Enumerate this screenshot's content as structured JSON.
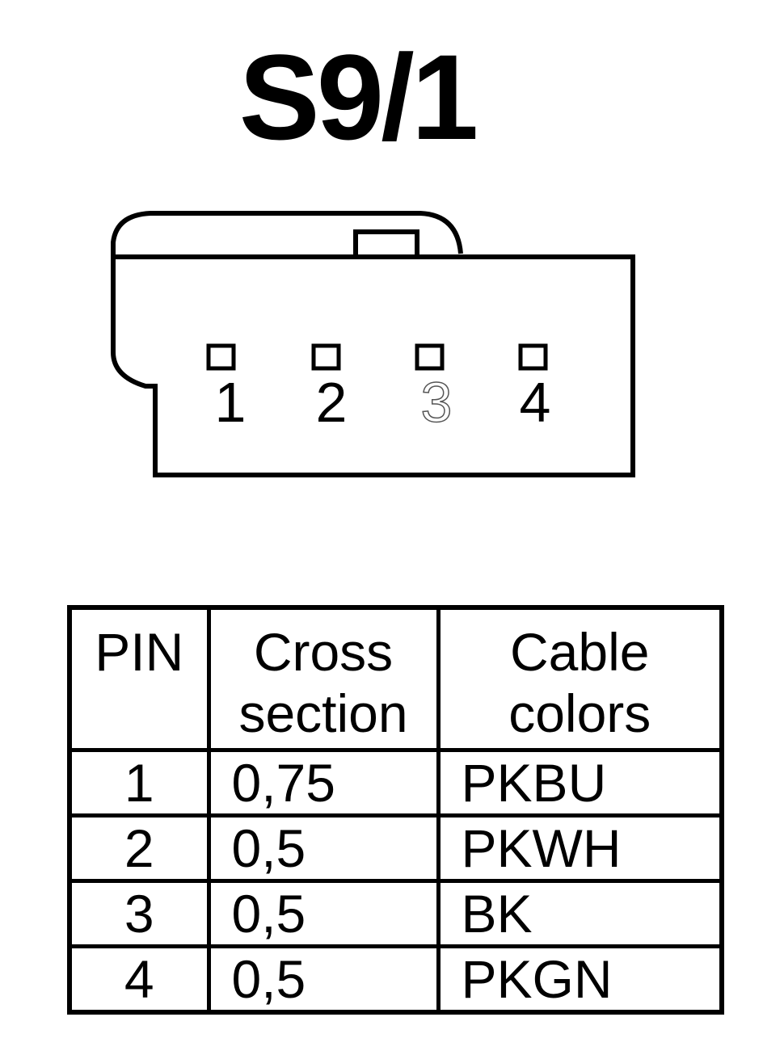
{
  "title": "S9/1",
  "connector": {
    "pin_labels": [
      "1",
      "2",
      "3",
      "4"
    ]
  },
  "table": {
    "headers": {
      "pin": "PIN",
      "cross_section": [
        "Cross",
        "section"
      ],
      "cable_colors": [
        "Cable",
        "colors"
      ]
    },
    "rows": [
      {
        "pin": "1",
        "cross_section": "0,75",
        "cable_color": "PKBU"
      },
      {
        "pin": "2",
        "cross_section": "0,5",
        "cable_color": "PKWH"
      },
      {
        "pin": "3",
        "cross_section": "0,5",
        "cable_color": "BK"
      },
      {
        "pin": "4",
        "cross_section": "0,5",
        "cable_color": "PKGN"
      }
    ]
  }
}
